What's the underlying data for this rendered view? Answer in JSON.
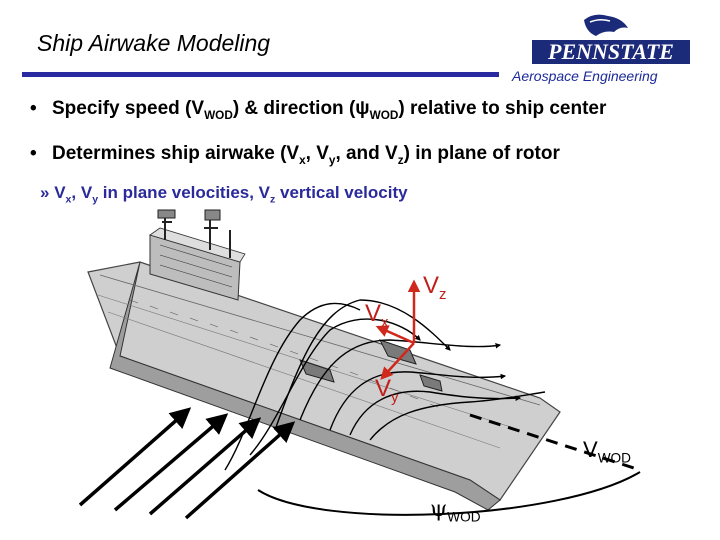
{
  "header": {
    "title": "Ship Airwake Modeling",
    "logo_text": "PENNSTATE",
    "department": "Aerospace Engineering"
  },
  "bullets": [
    {
      "parts": [
        "Specify speed (V",
        "WOD",
        ") & direction (",
        "ψ",
        "WOD",
        ") relative to ship center"
      ]
    },
    {
      "parts": [
        "Determines ship airwake (V",
        "x",
        ", V",
        "y",
        ", and V",
        "z",
        ") in plane of rotor"
      ]
    }
  ],
  "sub_bullet": {
    "marker": "»",
    "parts": [
      "V",
      "x",
      ", V",
      "y",
      " in plane velocities, V",
      "z",
      " vertical velocity"
    ]
  },
  "diagram": {
    "vz_label": "V",
    "vz_sub": "z",
    "vx_label": "V",
    "vx_sub": "x",
    "vy_label": "V",
    "vy_sub": "y",
    "vwod_label": "V",
    "vwod_sub": "WOD",
    "psi_label": "ψ",
    "psi_sub": "WOD",
    "colors": {
      "vector_red": "#d0281c",
      "title_rule": "#2a2aa0",
      "sub_text": "#2a2a9a"
    }
  }
}
